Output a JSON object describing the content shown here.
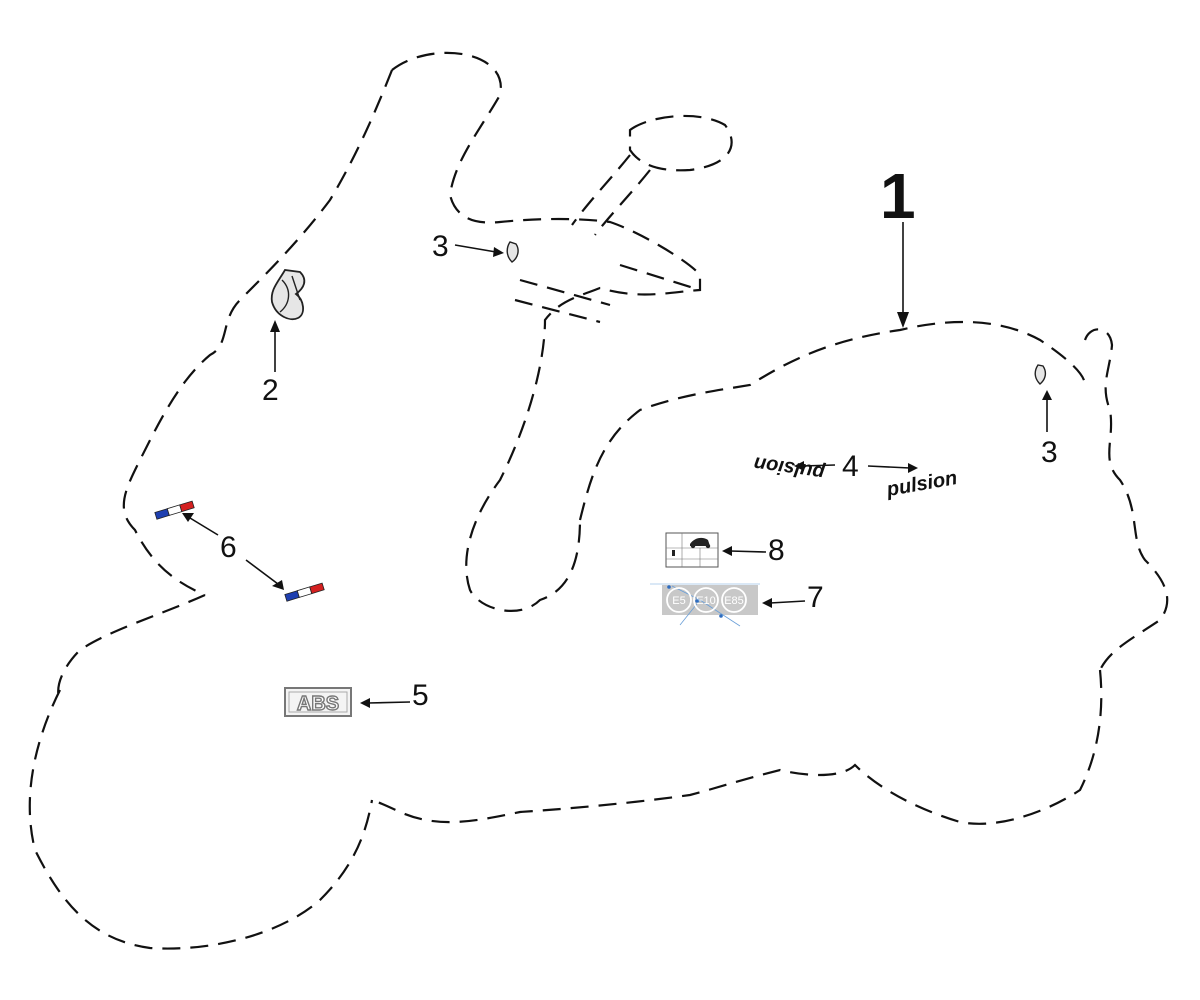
{
  "callouts": {
    "main": "1",
    "lion_emblem": "2",
    "small_emblem_front": "3",
    "small_emblem_rear": "3",
    "pulsion_decals": "4",
    "abs_badge": "5",
    "tricolour_stripes": "6",
    "fuel_label": "7",
    "tyre_pressure_label": "8"
  },
  "decals": {
    "pulsion_left": "pulsion",
    "pulsion_right": "pulsion",
    "abs": "ABS",
    "fuel_e5": "E5",
    "fuel_e10": "E10",
    "fuel_e85": "E85"
  },
  "colors": {
    "outline": "#111111",
    "flag_blue": "#1e3fb0",
    "flag_white": "#ffffff",
    "flag_red": "#d42020",
    "label_grey": "#c8c8c8"
  }
}
